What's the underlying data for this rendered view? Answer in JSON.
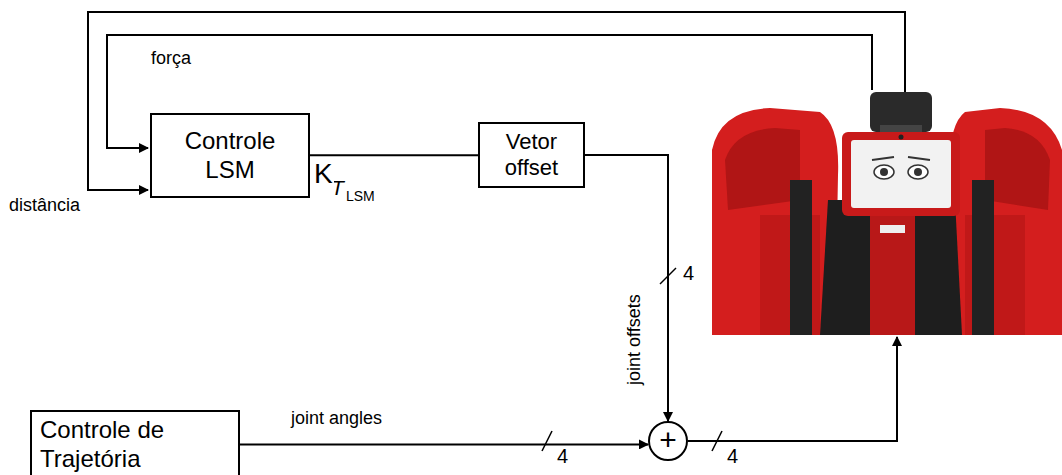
{
  "diagram": {
    "nodes": [
      {
        "text": [
          "Controle LSM"
        ]
      },
      {
        "text": [
          "Vetor offset"
        ]
      },
      {
        "text": [
          "Controle de Trajetória"
        ]
      },
      {
        "text": [
          "+"
        ]
      }
    ],
    "edges": [
      {
        "from": 0,
        "to": 1,
        "arrow": "none",
        "label": "K"
      },
      {
        "from": 1,
        "to": 3,
        "arrow": "to",
        "label": "joint offsets"
      },
      {
        "from": 2,
        "to": 3,
        "arrow": "to",
        "label": "joint angles"
      }
    ],
    "labels": [
      "T",
      "LSM",
      "4",
      "4",
      "4",
      "força",
      "distância"
    ]
  }
}
